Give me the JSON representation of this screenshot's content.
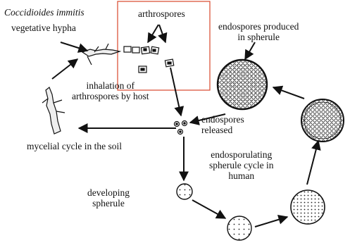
{
  "labels": {
    "species": "Coccidioides immitis",
    "vegetative_hypha": "vegetative hypha",
    "arthrospores": "arthrospores",
    "inhalation": "inhalation of\narthrospores by host",
    "endospores_produced": "endospores produced\nin spherule",
    "endospores_released": "endospores\nreleased",
    "mycelial_cycle": "mycelial cycle in the soil",
    "endosporulating": "endosporulating\nspherule cycle in\nhuman",
    "developing_spherule": "developing\nspherule"
  },
  "colors": {
    "ink": "#111111",
    "highlight_box": "#d9472b",
    "background": "#ffffff"
  }
}
